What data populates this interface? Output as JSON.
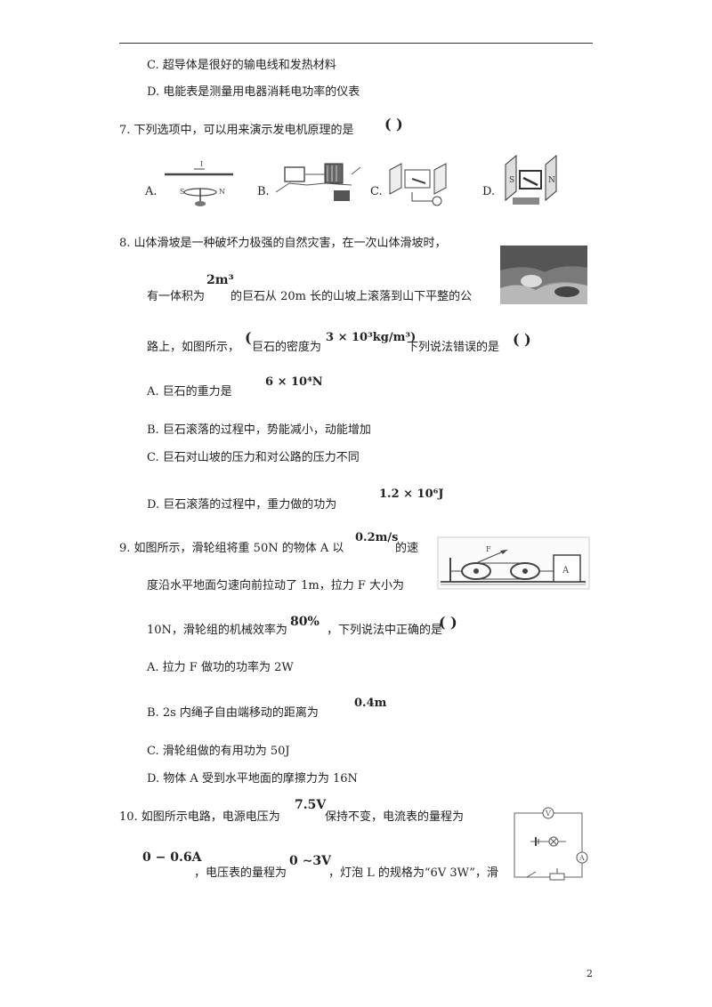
{
  "page_number": "2",
  "top": {
    "c": "C. 超导体是很好的输电线和发热材料",
    "d": "D. 电能表是测量用电器消耗电功率的仪表"
  },
  "q7": {
    "stem": "7.   下列选项中，可以用来演示发电机原理的是",
    "paren": "(     )",
    "labels": [
      "A.",
      "B.",
      "C.",
      "D."
    ],
    "fig_a_text": [
      "I",
      "S",
      "N"
    ]
  },
  "q8": {
    "l1": "8.     山体滑坡是一种破坏力极强的自然灾害，在一次山体滑坡时，",
    "l2a": "有一体积为",
    "vol": "2m³",
    "l2b": "的巨石从 20m 长的山坡上滚落到山下平整的公",
    "l3a": "路上，如图所示，",
    "l3b": "巨石的密度为",
    "dens": "3 × 10³kg/m³)",
    "l3c": "下列说法错误的是",
    "paren_open": "(",
    "paren": "(     )",
    "a": "A.  巨石的重力是",
    "a_val": "6 × 10⁴N",
    "b": "B.  巨石滚落的过程中，势能减小，动能增加",
    "c": "C.  巨石对山坡的压力和对公路的压力不同",
    "d": "D.  巨石滚落的过程中，重力做的功为",
    "d_val": "1.2 × 10⁶J"
  },
  "q9": {
    "l1a": "9.     如图所示，滑轮组将重 50N 的物体 A 以",
    "speed": "0.2m/s",
    "l1b": "的速",
    "l2": "度沿水平地面匀速向前拉动了 1m，拉力 F 大小为",
    "l3a": "10N，滑轮组的机械效率为",
    "eff": "80%",
    "l3b": "，下列说法中正确的是",
    "paren": "(     )",
    "a": "A.  拉力 F 做功的功率为 2W",
    "b": "B.  2s 内绳子自由端移动的距离为",
    "b_val": "0.4m",
    "c": "C.  滑轮组做的有用功为 50J",
    "d": "D.  物体 A 受到水平地面的摩擦力为 16N",
    "fig_text": [
      "F",
      "A"
    ]
  },
  "q10": {
    "l1a": "10.  如图所示电路，电源电压为",
    "volt": "7.5V",
    "l1b": "保持不变，电流表的量程为",
    "range_a": "0 − 0.6A",
    "l2a": "，电压表的量程为",
    "range_v": "0 ∼3V",
    "l2b": "，灯泡 L 的规格为“6V 3W”，滑",
    "fig_text": [
      "V",
      "A"
    ]
  }
}
